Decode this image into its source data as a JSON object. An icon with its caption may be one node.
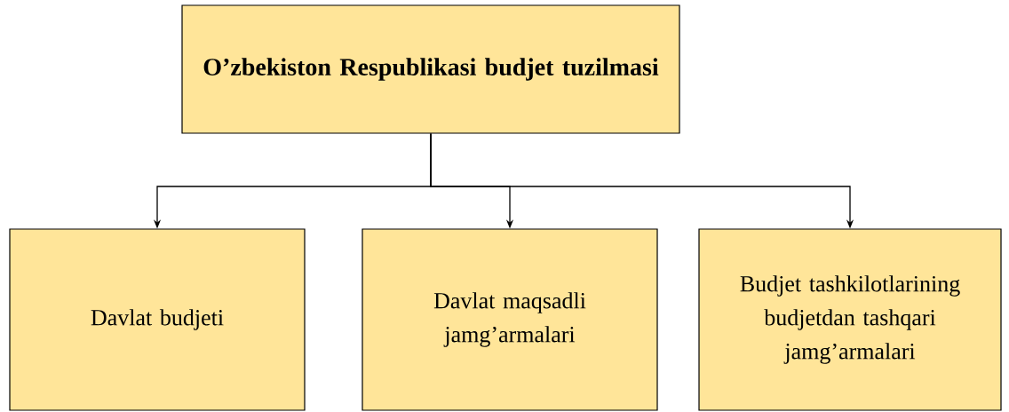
{
  "diagram": {
    "nodes": [
      {
        "text": [
          "O’zbekiston Respublikasi budjet tuzilmasi"
        ]
      },
      {
        "text": [
          "Davlat budjeti"
        ]
      },
      {
        "text": [
          "Davlat maqsadli jamg’armalari"
        ]
      },
      {
        "text": [
          "Budjet tashkilotlarining budjetdan tashqari jamg’armalari"
        ]
      }
    ],
    "edges": [
      {
        "from": 0,
        "to": 1,
        "arrow": "to"
      },
      {
        "from": 0,
        "to": 2,
        "arrow": "to"
      },
      {
        "from": 0,
        "to": 3,
        "arrow": "to"
      }
    ]
  }
}
